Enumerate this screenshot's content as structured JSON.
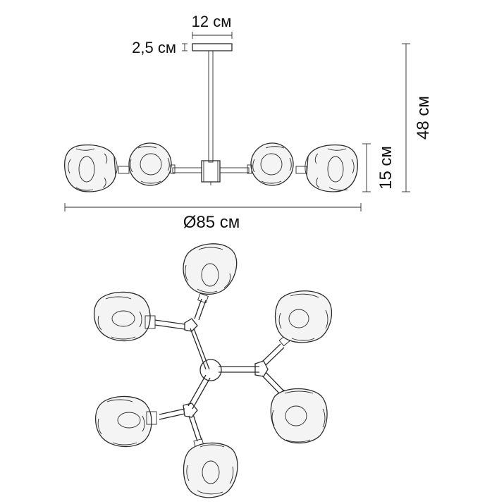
{
  "dimensions": {
    "canopy_width": "12 см",
    "canopy_height": "2,5 см",
    "total_height": "48 см",
    "shade_height": "15 см",
    "diameter": "Ø85 см"
  },
  "colors": {
    "line": "#2a2a2a",
    "dimension_line": "#b03a3a",
    "text": "#111111"
  }
}
